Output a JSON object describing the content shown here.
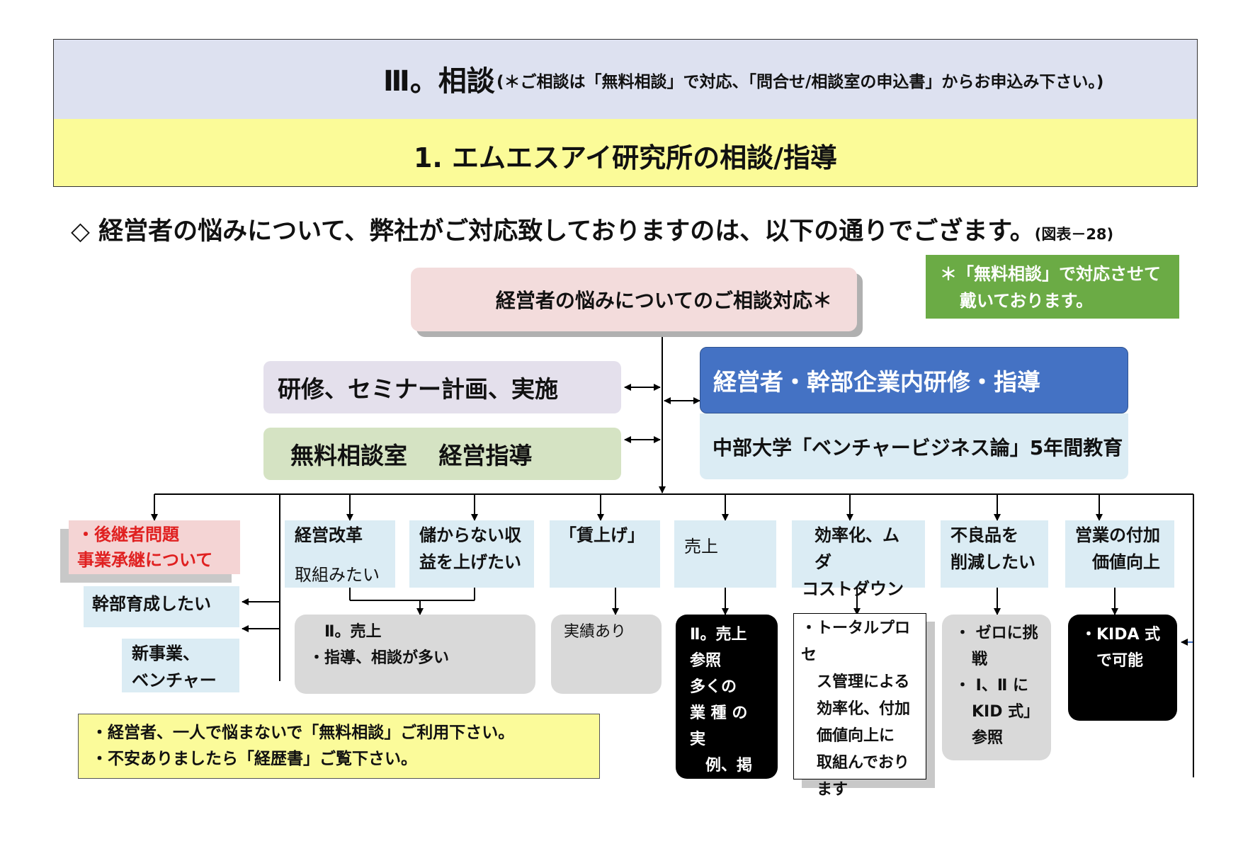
{
  "header": {
    "title": "Ⅲ。相談",
    "subtitle": "(＊ご相談は「無料相談」で対応、「問合せ/相談室の申込書」からお申込み下さい。)",
    "section": "1. エムエスアイ研究所の相談/指導"
  },
  "intro": {
    "text": "◇ 経営者の悩みについて、弊社がご対応致しておりますのは、以下の通りでござます。",
    "figure_ref": "(図表－28)"
  },
  "top_box": "経営者の悩みについてのご相談対応＊",
  "green_note": [
    "＊「無料相談」で対応させて",
    "戴いております。"
  ],
  "left_boxes": {
    "kenshu": "研修、セミナー計画、実施",
    "muryo": "無料相談室　 経営指導"
  },
  "right_boxes": {
    "blue": "経営者・幹部企業内研修・指導",
    "chubu": "中部大学「ベンチャービジネス論」5年間教育"
  },
  "left_column": {
    "red": [
      "・後継者問題",
      "事業承継について"
    ],
    "kanbu": "幹部育成したい",
    "shinjigyo": [
      "新事業、",
      "ベンチャー"
    ]
  },
  "categories": [
    {
      "lines": [
        "経営改革",
        "取組みたい"
      ]
    },
    {
      "lines": [
        "儲からない収",
        "益を上げたい"
      ]
    },
    {
      "lines": [
        "「賃上げ」"
      ]
    },
    {
      "lines": [
        "売上"
      ]
    },
    {
      "lines": [
        "効率化、ムダ",
        "コストダウン"
      ]
    },
    {
      "lines": [
        "不良品を",
        "削減したい"
      ]
    },
    {
      "lines": [
        "営業の付加",
        "価値向上"
      ]
    }
  ],
  "results": {
    "uriage_gray": [
      "Ⅱ。売上",
      "・指導、相談が多い"
    ],
    "jisseki": "実績あり",
    "uriage_black": [
      "Ⅱ。売上",
      "参照",
      "多くの",
      "業 種 の 実",
      "例、掲載"
    ],
    "total_process": [
      "・トータルプロセ",
      "ス管理による",
      "効率化、付加",
      "価値向上に",
      "取組んでおり",
      "ます"
    ],
    "zero": [
      "・ ゼロに挑",
      "戦",
      "・ Ⅰ、Ⅱ に",
      "KID 式」",
      "参照"
    ],
    "kida": [
      "・KIDA 式",
      "で可能"
    ]
  },
  "bottom_note": [
    "・経営者、一人で悩まないで「無料相談」ご利用下さい。",
    "・不安ありましたら「経歴書」ご覧下さい。"
  ]
}
